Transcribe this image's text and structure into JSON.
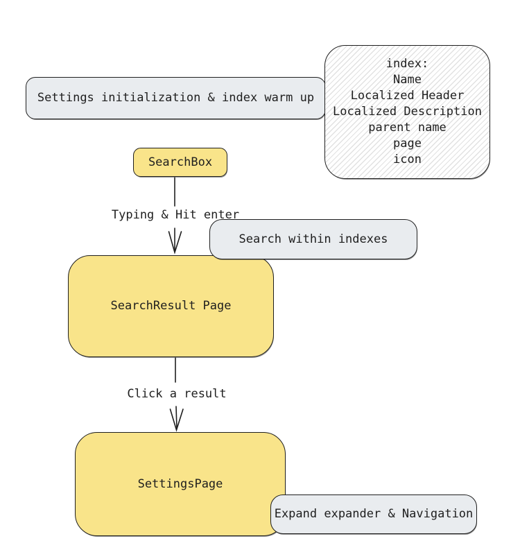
{
  "colors": {
    "node_yellow_fill": "#F9E48A",
    "node_gray_fill": "#E9ECEF",
    "stroke": "#1E1E1E",
    "canvas_background": "#FFFFFF"
  },
  "nodes": {
    "settings_init": {
      "label": "Settings initialization & index warm up"
    },
    "index_info": {
      "lines": [
        "index:",
        "Name",
        "Localized Header",
        "Localized Description",
        "parent name",
        "page",
        "icon"
      ]
    },
    "search_box": {
      "label": "SearchBox"
    },
    "search_within": {
      "label": "Search within indexes"
    },
    "search_result": {
      "label": "SearchResult Page"
    },
    "settings_page": {
      "label": "SettingsPage"
    },
    "expand_nav": {
      "label": "Expand expander & Navigation"
    }
  },
  "edges": {
    "typing": {
      "label": "Typing & Hit enter",
      "from": "search_box",
      "to": "search_result"
    },
    "click": {
      "label": "Click a result",
      "from": "search_result",
      "to": "settings_page"
    }
  }
}
